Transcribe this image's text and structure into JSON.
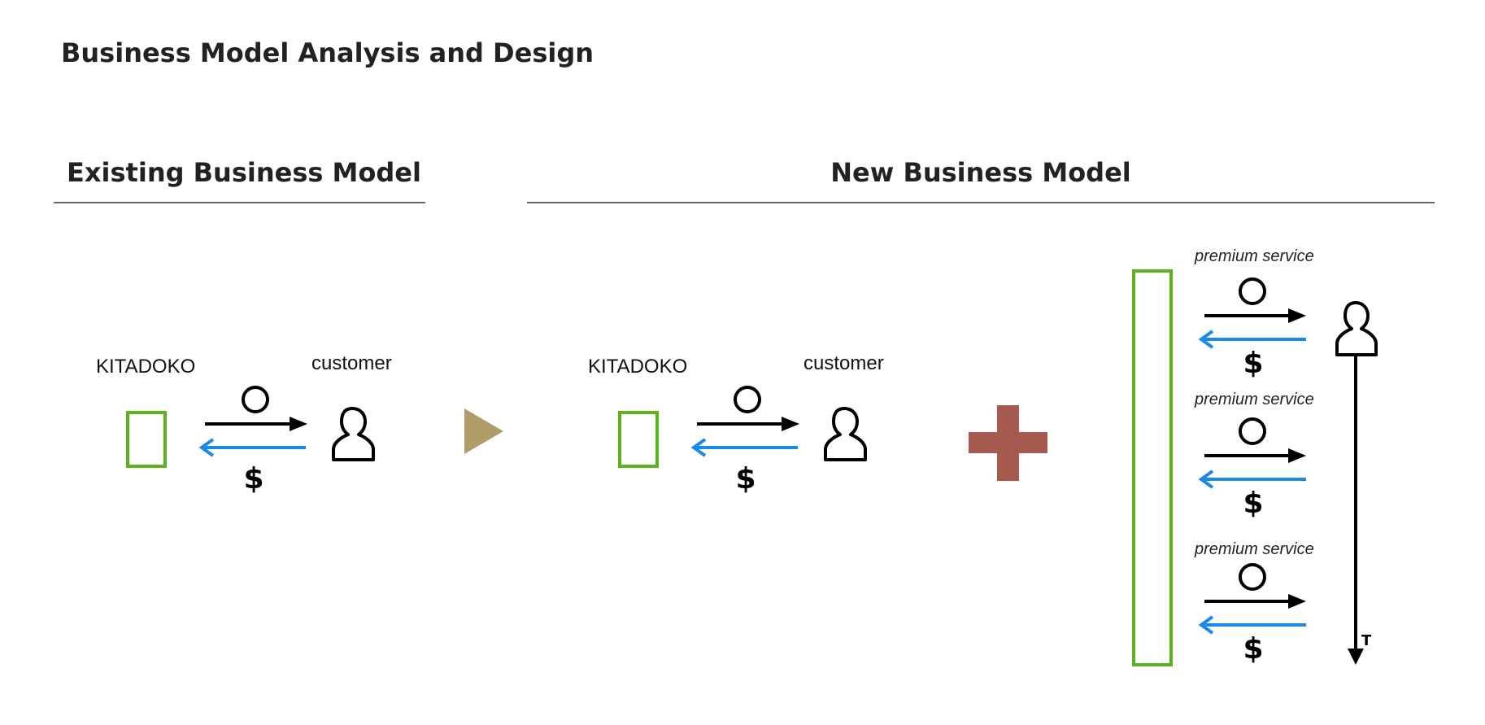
{
  "page": {
    "title": "Business Model Analysis and Design"
  },
  "sections": {
    "existing": {
      "title": "Existing Business Model"
    },
    "new": {
      "title": "New Business Model"
    }
  },
  "existing_model": {
    "provider_label": "KITADOKO",
    "customer_label": "customer",
    "payment_symbol": "$"
  },
  "new_model": {
    "provider_label": "KITADOKO",
    "customer_label": "customer",
    "payment_symbol": "$",
    "premium_rows": [
      {
        "label": "premium service",
        "payment_symbol": "$"
      },
      {
        "label": "premium service",
        "payment_symbol": "$"
      },
      {
        "label": "premium service",
        "payment_symbol": "$"
      }
    ],
    "time_axis_label": "T"
  },
  "colors": {
    "provider_box": "#5cb31f",
    "money_arrow": "#1a8ae8",
    "service_arrow": "#000000",
    "transition_triangle": "#b09c68",
    "plus_sign": "#a65a4e",
    "rule": "#666666"
  },
  "icons": {
    "service": "circle-icon",
    "customer": "person-icon",
    "transition": "triangle-right-icon",
    "combine": "plus-icon"
  }
}
